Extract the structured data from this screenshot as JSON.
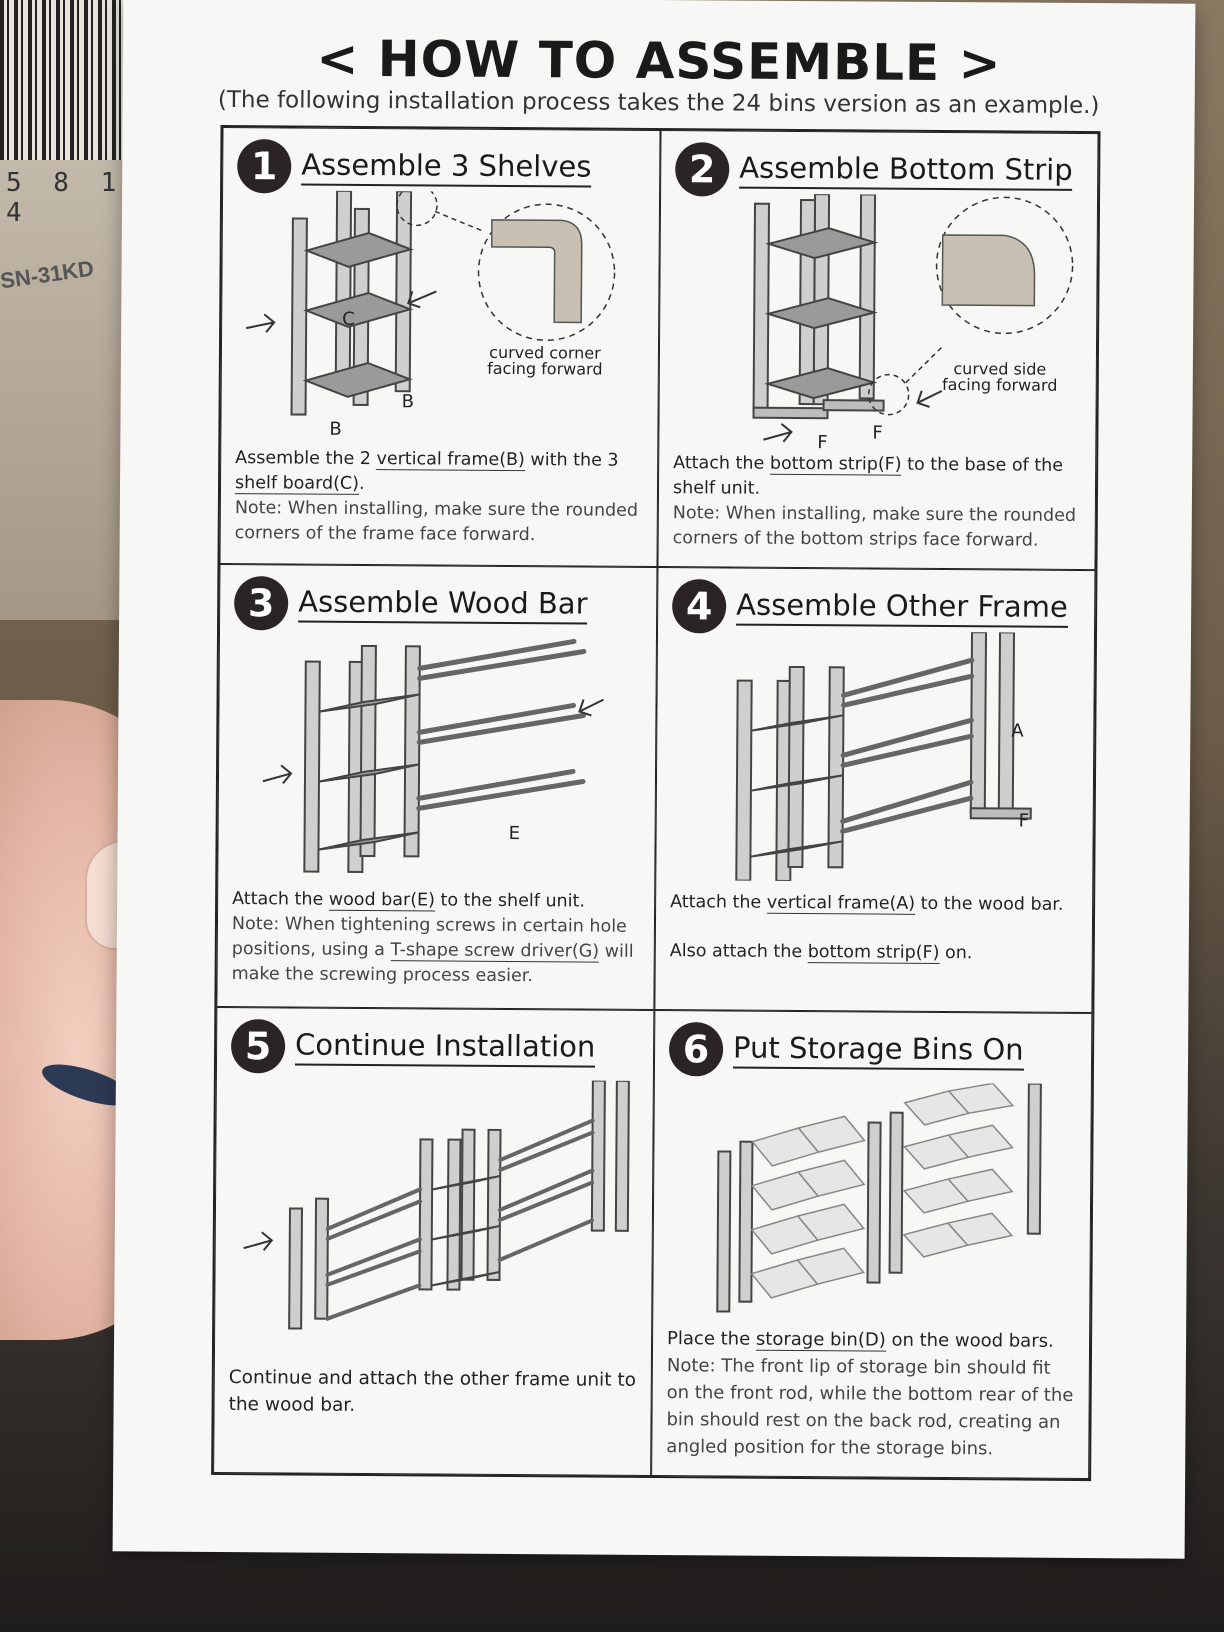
{
  "background": {
    "box_number": "5 8 1 4",
    "box_label": "SN-31KD"
  },
  "header": {
    "title": "< HOW TO ASSEMBLE >",
    "subtitle": "(The following installation process takes the 24 bins version as an example.)"
  },
  "steps": [
    {
      "number": "1",
      "title": "Assemble 3 Shelves",
      "callout": "curved corner\nfacing forward",
      "labels": [
        "C",
        "B",
        "B"
      ],
      "desc_pre": "Assemble the 2 ",
      "desc_link1": "vertical frame(B)",
      "desc_mid": " with the 3 ",
      "desc_link2": "shelf board(C)",
      "desc_post": ".",
      "note": "Note: When installing, make sure the rounded corners of the frame face forward."
    },
    {
      "number": "2",
      "title": "Assemble Bottom Strip",
      "callout": "curved side\nfacing forward",
      "labels": [
        "F",
        "F"
      ],
      "desc_pre": "Attach the ",
      "desc_link1": "bottom strip(F)",
      "desc_post": " to the base of the shelf unit.",
      "note": "Note: When installing, make sure the rounded corners of the bottom strips face forward."
    },
    {
      "number": "3",
      "title": "Assemble Wood Bar",
      "labels": [
        "E"
      ],
      "desc_pre": "Attach the ",
      "desc_link1": "wood bar(E)",
      "desc_post": " to the shelf unit.",
      "note_pre": "Note: When tightening screws in certain hole positions, using a ",
      "note_link": "T-shape screw driver(G)",
      "note_post": " will make the screwing process easier."
    },
    {
      "number": "4",
      "title": "Assemble Other Frame",
      "labels": [
        "A",
        "F"
      ],
      "desc_pre": "Attach the ",
      "desc_link1": "vertical frame(A)",
      "desc_post": " to the wood bar.",
      "desc2_pre": "Also attach the ",
      "desc2_link": "bottom strip(F)",
      "desc2_post": " on."
    },
    {
      "number": "5",
      "title": "Continue Installation",
      "desc": "Continue and attach the other frame unit to the wood bar."
    },
    {
      "number": "6",
      "title": "Put Storage Bins On",
      "desc_pre": "Place the ",
      "desc_link1": "storage bin(D)",
      "desc_post": " on the wood bars.",
      "note": "Note: The front lip of storage bin should fit on the front rod, while the bottom rear of the bin should rest on the back rod, creating an angled position for the storage bins."
    }
  ],
  "colors": {
    "paper": "#f7f7f5",
    "ink": "#222222",
    "badge": "#2a2424",
    "wood_line": "#777777"
  }
}
